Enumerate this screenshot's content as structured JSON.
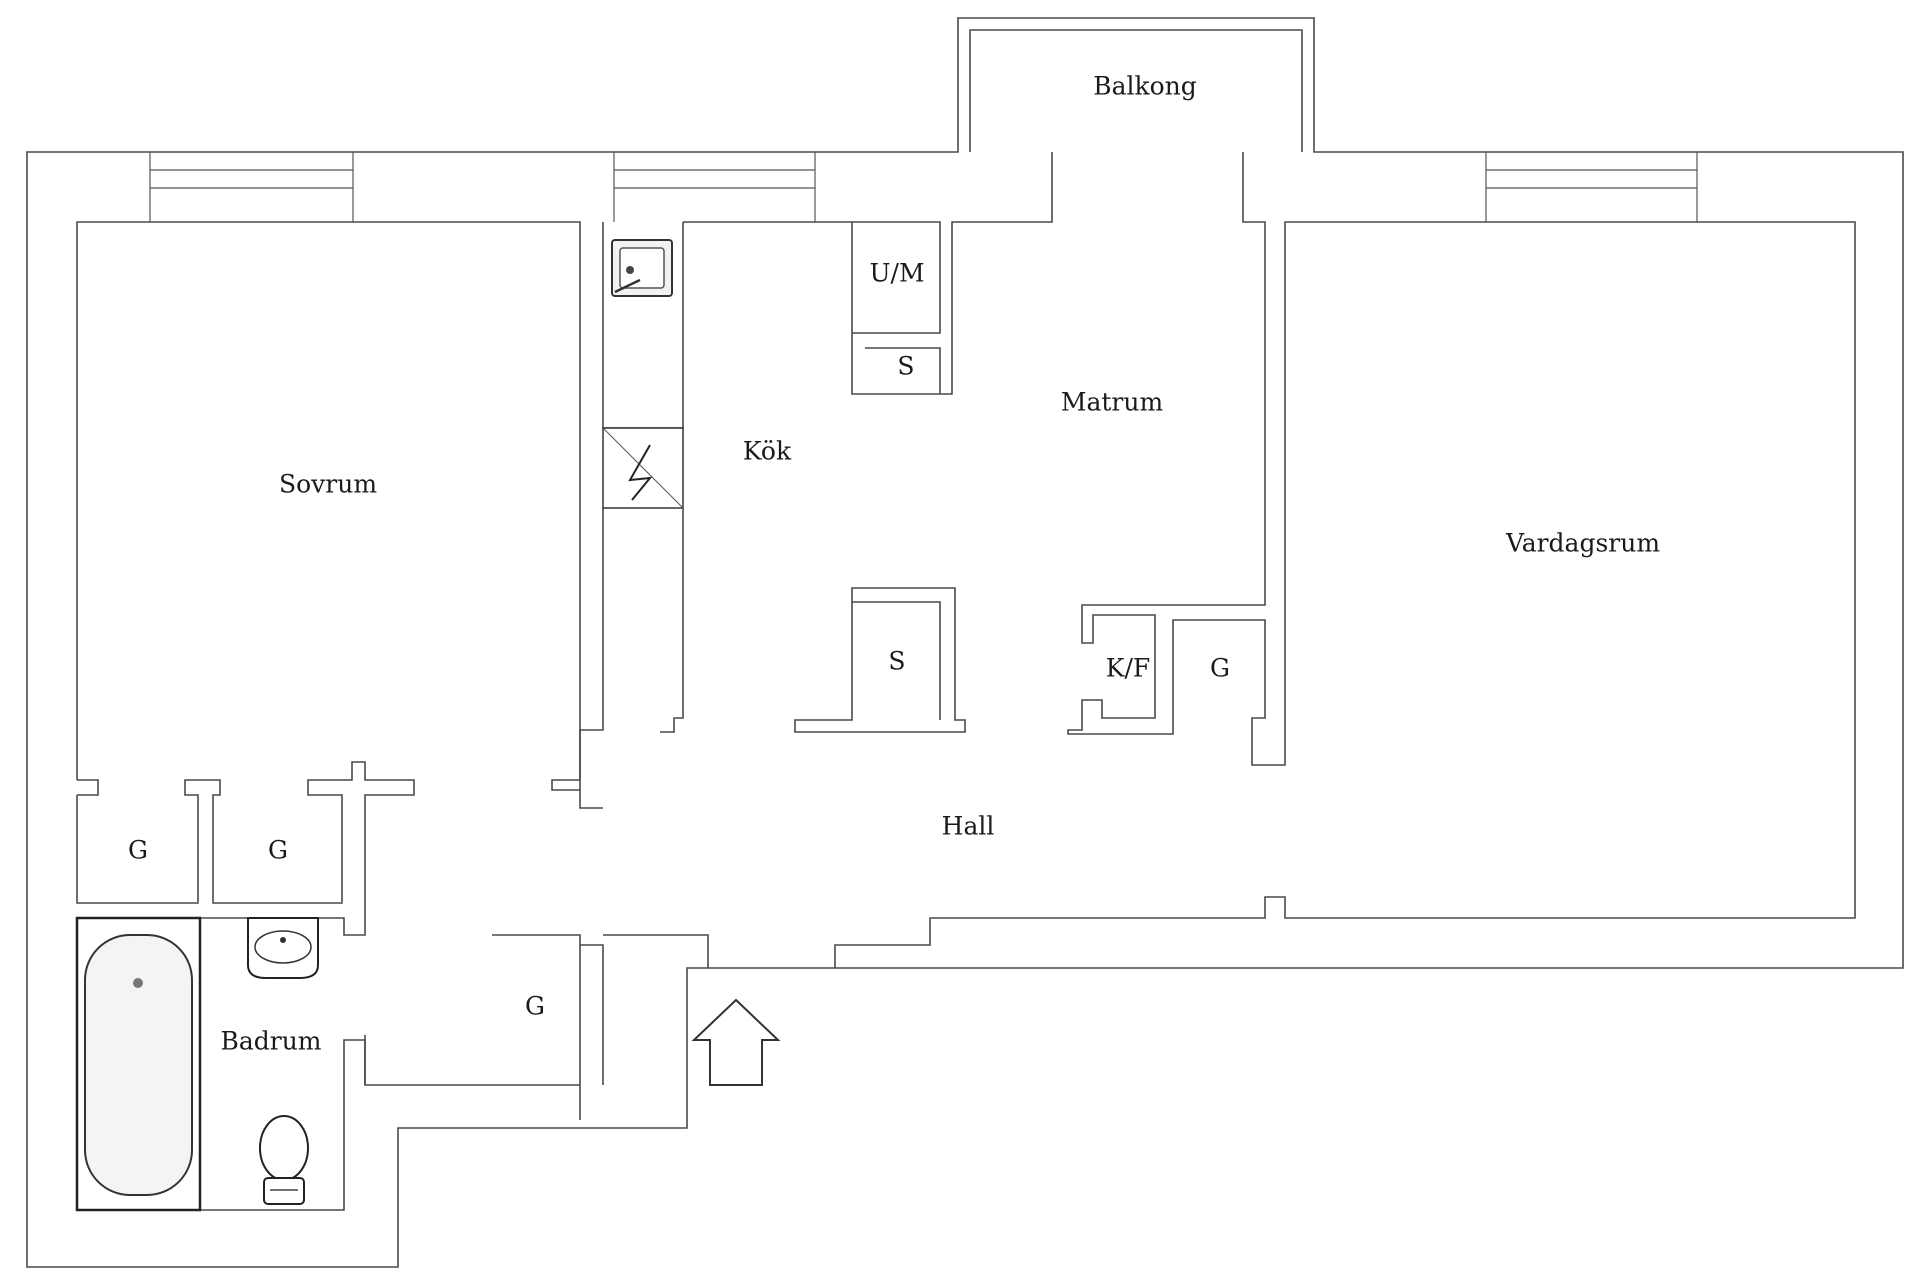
{
  "rooms": {
    "balkong": "Balkong",
    "sovrum": "Sovrum",
    "kok": "Kök",
    "matrum": "Matrum",
    "vardagsrum": "Vardagsrum",
    "hall": "Hall",
    "badrum": "Badrum"
  },
  "storage": {
    "um": "U/M",
    "s_top": "S",
    "s_mid": "S",
    "kf": "K/F",
    "g_right": "G",
    "g_left1": "G",
    "g_left2": "G",
    "g_bottom": "G"
  },
  "entrance": {
    "icon": "entrance-arrow-icon"
  }
}
